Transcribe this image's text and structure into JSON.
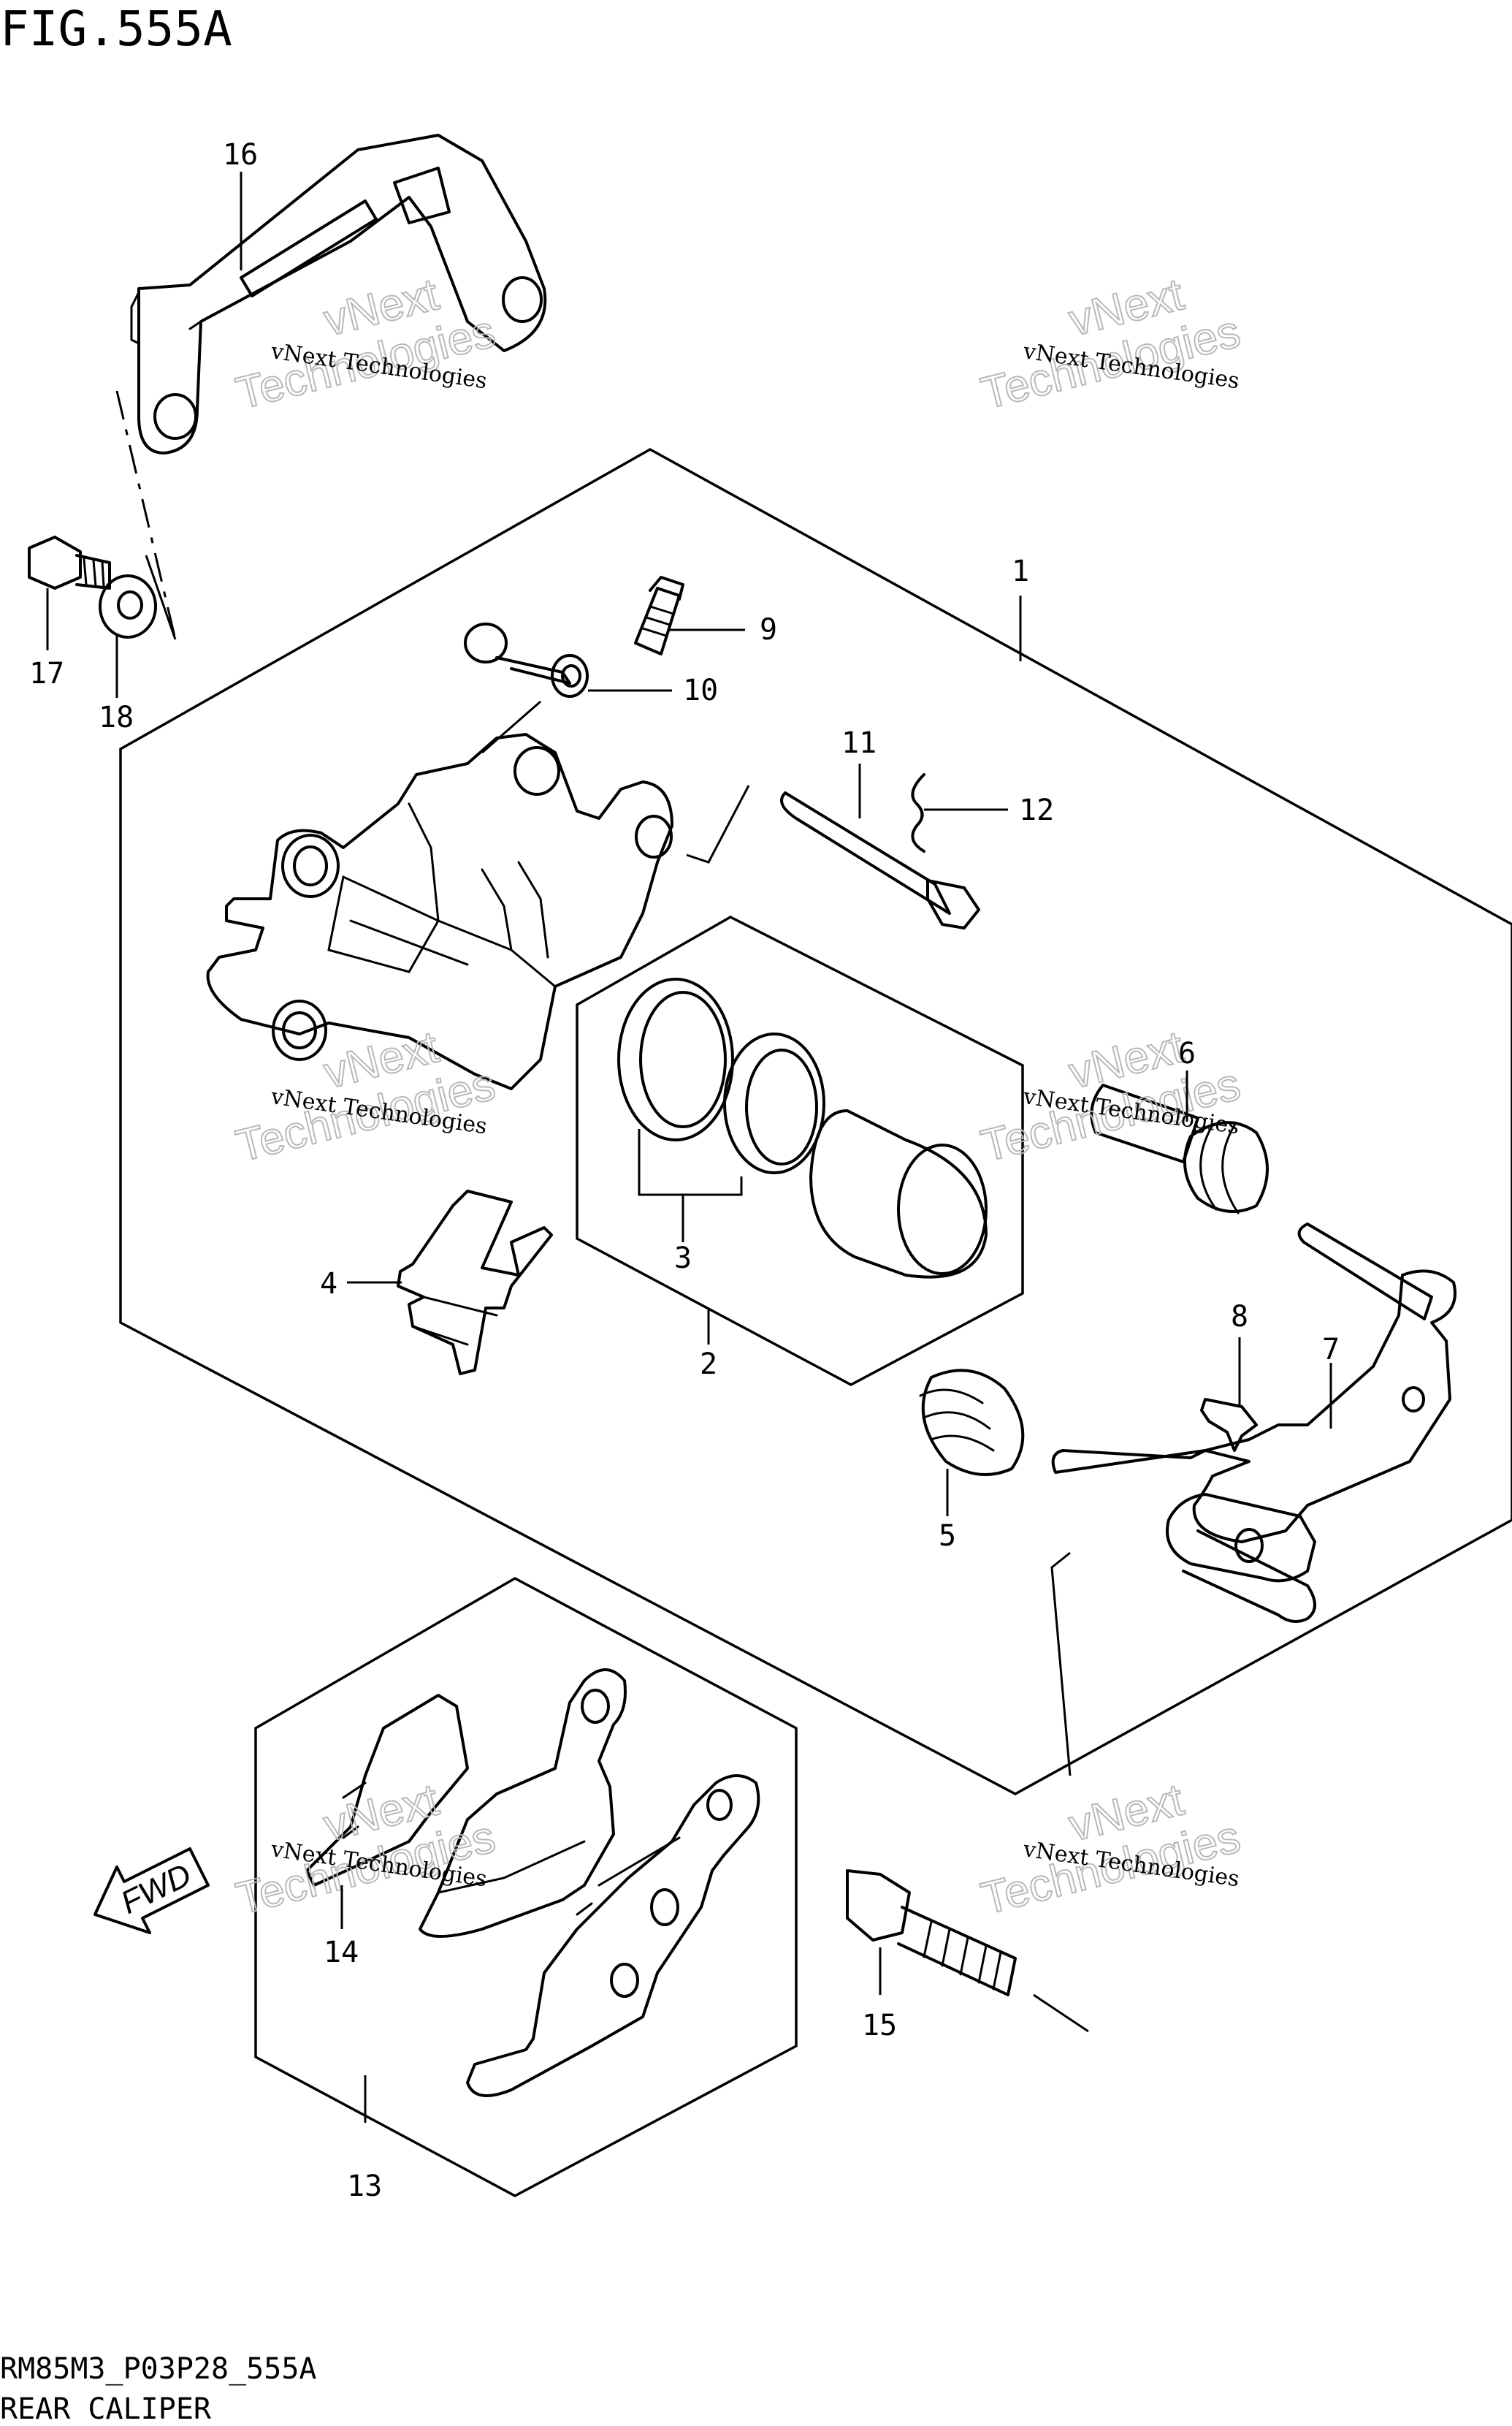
{
  "title": "FIG.555A",
  "footer": {
    "code": "RM85M3_P03P28_555A",
    "name": "REAR CALIPER"
  },
  "direction_label": "FWD",
  "watermark": {
    "line1": "vNext Technologies",
    "line2": "vNext",
    "line3": "Technologies"
  },
  "callouts": [
    "1",
    "2",
    "3",
    "4",
    "5",
    "6",
    "7",
    "8",
    "9",
    "10",
    "11",
    "12",
    "13",
    "14",
    "15",
    "16",
    "17",
    "18"
  ]
}
